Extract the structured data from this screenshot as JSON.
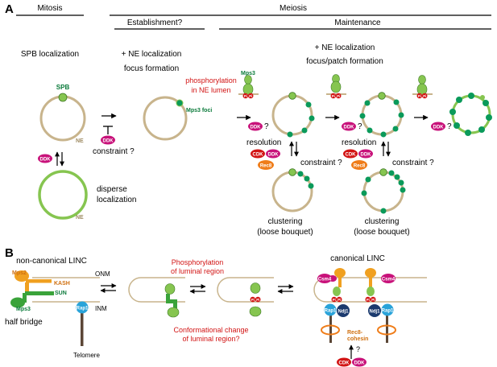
{
  "colors": {
    "ne_tan": "#c8b48c",
    "green": "#86c550",
    "dark_green": "#0a9a5a",
    "magenta": "#c8127a",
    "red": "#d21414",
    "orange": "#ef7d1a",
    "blue": "#29a3d9",
    "navy": "#1b3a6e",
    "brown": "#5b4636",
    "red_text": "#d21414",
    "green_text": "#0a7a3a",
    "orange_text": "#d07010"
  },
  "panelA": {
    "label": "A",
    "mitosis": "Mitosis",
    "meiosis": "Meiosis",
    "establishment": "Establishment?",
    "maintenance": "Maintenance",
    "spb_localization": "SPB localization",
    "ne_localization_1": "+ NE localization",
    "focus_formation": "focus formation",
    "ne_localization_2": "+ NE localization",
    "focus_patch": "focus/patch formation",
    "spb": "SPB",
    "ne": "NE",
    "ddk": "DDK",
    "constraint": "constraint ?",
    "disperse_1": "disperse",
    "disperse_2": "localization",
    "mps3_foci": "Mps3 foci",
    "phos_1": "phosphorylation",
    "phos_2": "in NE lumen",
    "mps3": "Mps3",
    "pi": "Pi",
    "question": "?",
    "resolution": "resolution",
    "cdk": "CDK",
    "rec8": "Rec8",
    "clustering": "clustering",
    "loose_bouquet": "(loose bouquet)"
  },
  "panelB": {
    "label": "B",
    "non_canonical": "non-canonical LINC",
    "canonical": "canonical LINC",
    "mps2": "Mps2",
    "kash": "KASH",
    "sun": "SUN",
    "mps3": "Mps3",
    "onm": "ONM",
    "inm": "INM",
    "rap1": "Rap1",
    "half_bridge": "half bridge",
    "telomere": "Telomere",
    "phos_1": "Phosphorylation",
    "phos_2": "of luminal region",
    "conf_1": "Conformational change",
    "conf_2": "of luminal region?",
    "csm4": "Csm4",
    "ndj1": "Ndj1",
    "rec8_cohesin_1": "Rec8-",
    "rec8_cohesin_2": "cohesin",
    "pi": "Pi",
    "question": "?",
    "cdk": "CDK",
    "ddk": "DDK"
  }
}
